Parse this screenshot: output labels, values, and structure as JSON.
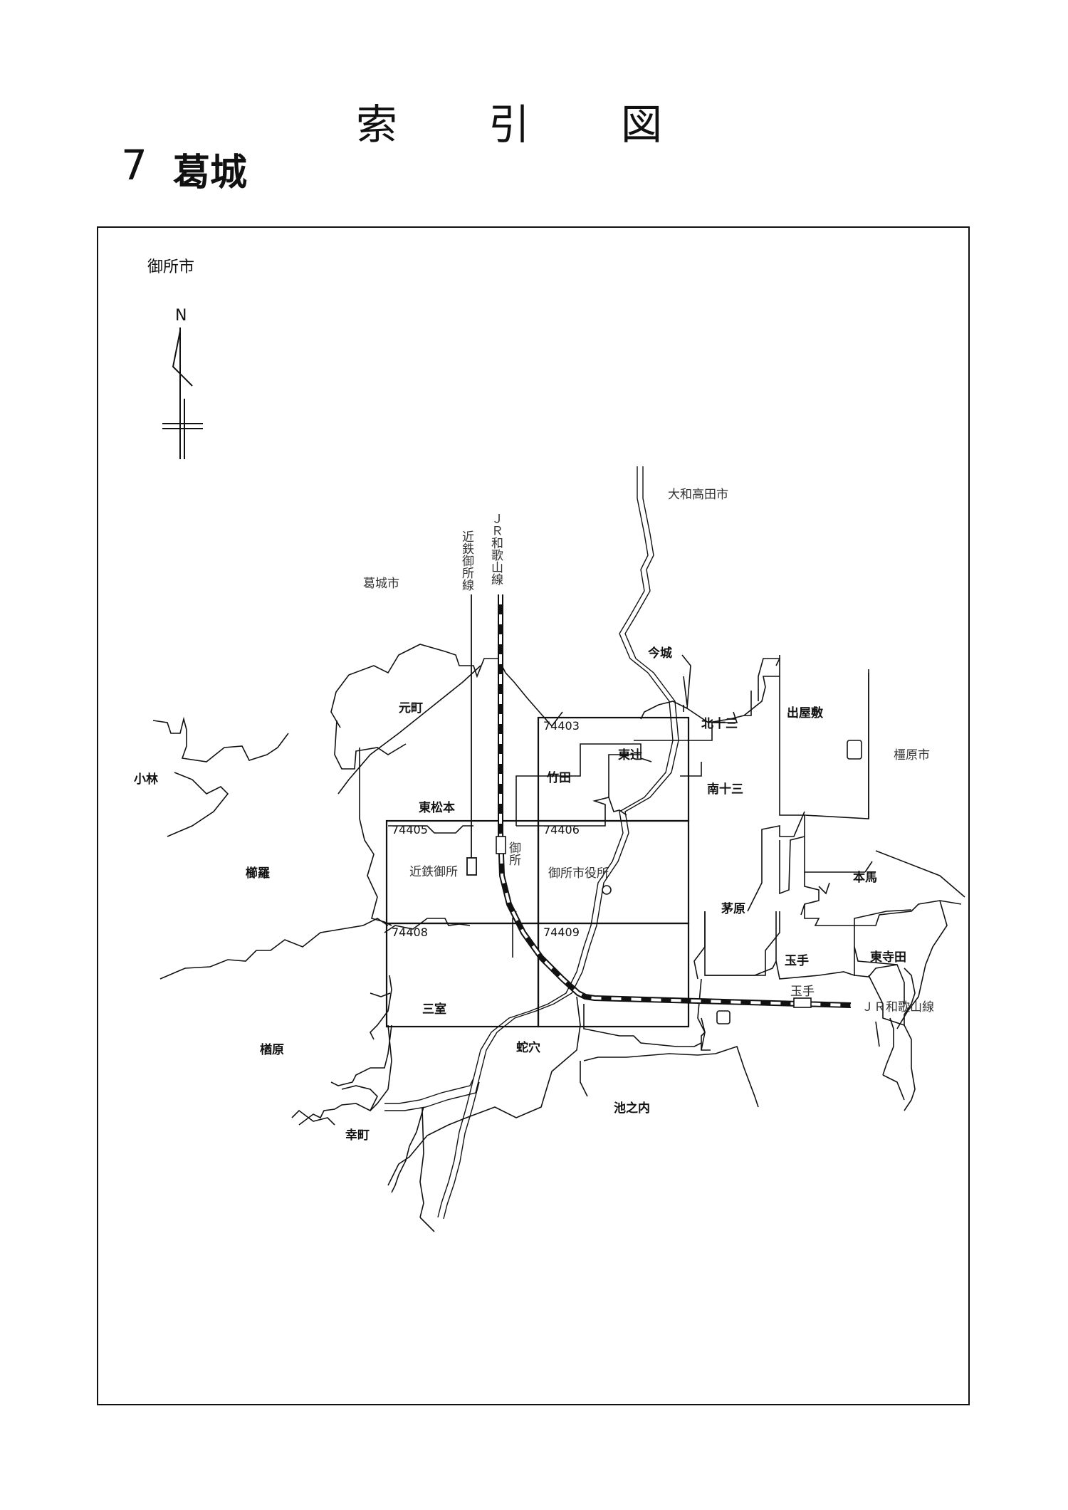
{
  "header": {
    "title": "索引図",
    "number": "7",
    "area": "葛城"
  },
  "map": {
    "city_label": "御所市",
    "north_label": "N",
    "neighbor_cities": {
      "katsuragi": "葛城市",
      "yamatotakada": "大和高田市",
      "kashihara": "橿原市"
    },
    "rail": {
      "kintetsu_line": "近鉄御所線",
      "jr_line_vertical": "ＪＲ和歌山線",
      "jr_line_horizontal": "ＪＲ和歌山線",
      "station_gose": "御所",
      "station_kintetsu_gose": "近鉄御所",
      "station_tamade": "玉手"
    },
    "landmark_city_hall": "御所市役所",
    "grid_cells": [
      "74403",
      "74405",
      "74406",
      "74408",
      "74409"
    ],
    "districts": {
      "motomachi": "元町",
      "kobayashi": "小林",
      "higashimatsumoto": "東松本",
      "kushira": "櫛羅",
      "imaki": "今城",
      "kitajuzo": "北十三",
      "deyashiki": "出屋敷",
      "higashitsuji": "東辻",
      "takeda": "竹田",
      "minamijuzo": "南十三",
      "honma": "本馬",
      "kayahara": "茅原",
      "tamade": "玉手",
      "higashiteramae": "東寺田",
      "muro": "三室",
      "narahara": "楢原",
      "jaana": "蛇穴",
      "kocho": "幸町",
      "ikenouchi": "池之内"
    }
  }
}
